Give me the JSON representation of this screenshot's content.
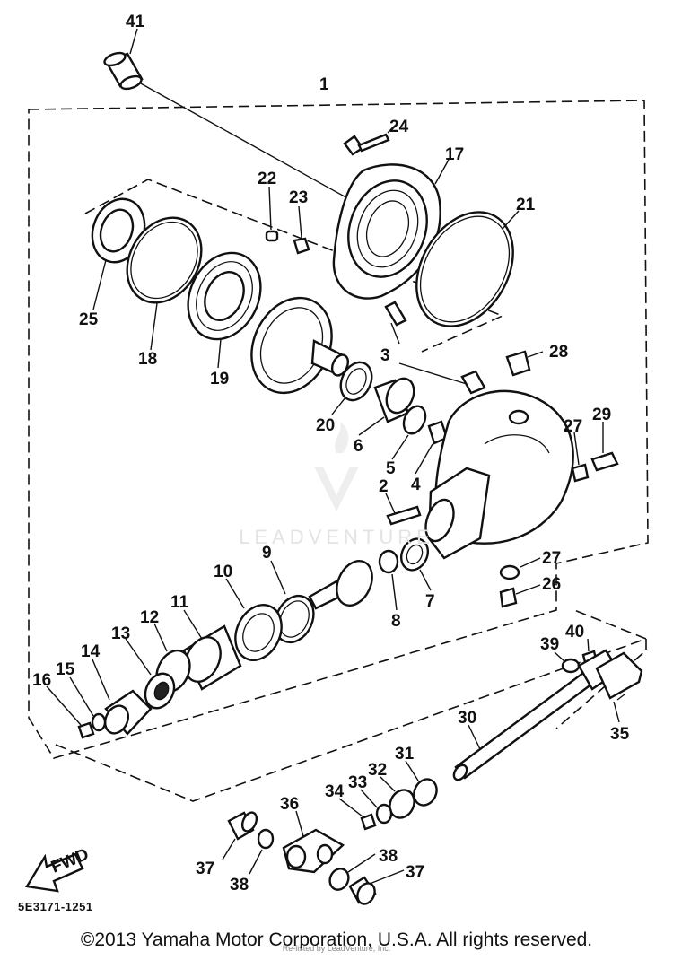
{
  "diagram": {
    "callouts": [
      "41",
      "1",
      "24",
      "17",
      "22",
      "23",
      "21",
      "25",
      "18",
      "19",
      "3",
      "28",
      "20",
      "6",
      "5",
      "4",
      "29",
      "27",
      "2",
      "9",
      "10",
      "11",
      "27",
      "26",
      "8",
      "7",
      "12",
      "13",
      "14",
      "15",
      "16",
      "40",
      "39",
      "30",
      "35",
      "31",
      "32",
      "33",
      "34",
      "36",
      "37",
      "38",
      "38",
      "37"
    ],
    "drawing_number": "5E3171-1251",
    "fwd_label": "FWD",
    "watermark": "LEADVENTURE",
    "copyright": "©2013 Yamaha Motor Corporation, U.S.A. All rights reserved.",
    "republish_note": "Re-listed by LeadVenture, Inc."
  }
}
